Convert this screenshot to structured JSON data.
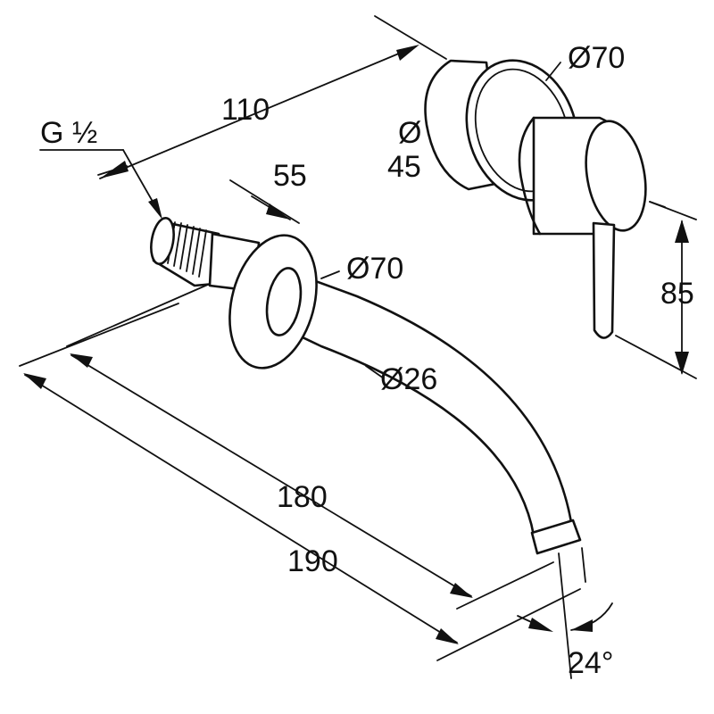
{
  "labels": {
    "thread": "G ½",
    "dim_110": "110",
    "dim_55": "55",
    "dia_70_mixer": "Ø70",
    "dia_70_spout": "Ø70",
    "dia_45_top": "Ø",
    "dia_45_bottom": "45",
    "dim_85": "85",
    "dia_26": "Ø26",
    "dim_180": "180",
    "dim_190": "190",
    "angle_24": "24°"
  }
}
